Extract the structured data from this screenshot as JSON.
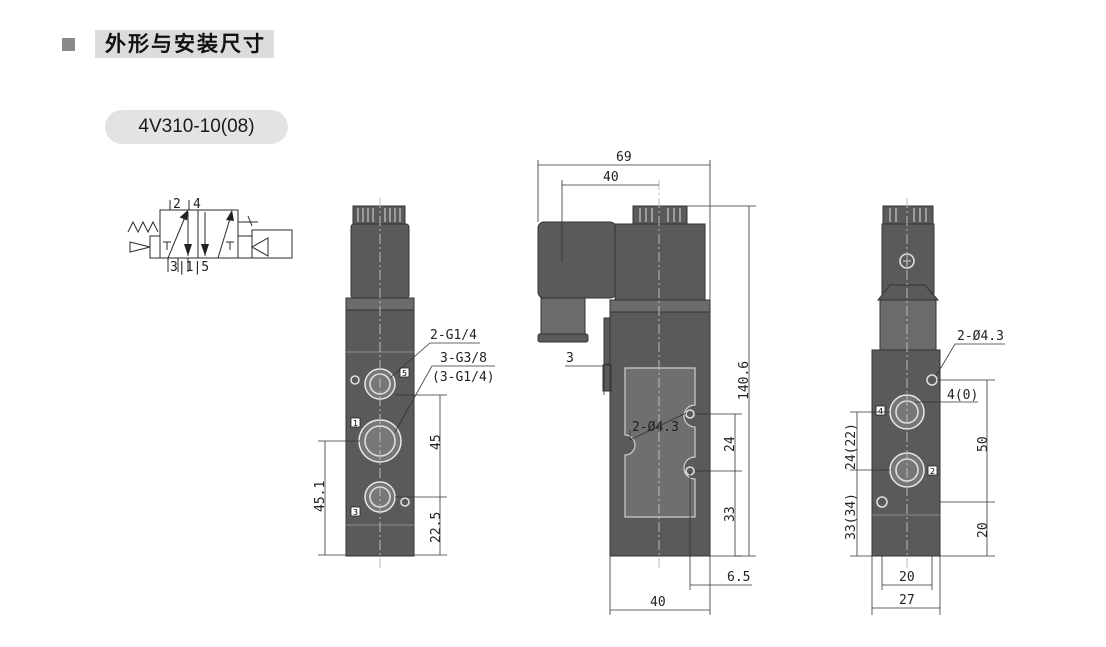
{
  "header": {
    "title": "外形与安装尺寸"
  },
  "model": "4V310-10(08)",
  "symbol": {
    "top_ports": [
      "2",
      "4"
    ],
    "bottom_ports": "3|1|5"
  },
  "front_view": {
    "port_callout_1": "2-G1/4",
    "port_callout_2": "3-G3/8",
    "port_callout_3": "(3-G1/4)",
    "dim_45": "45",
    "dim_22_5": "22.5",
    "dim_45_1": "45.1",
    "port_labels": [
      "5",
      "1",
      "3"
    ]
  },
  "side_view": {
    "dim_69": "69",
    "dim_40_top": "40",
    "dim_3": "3",
    "hole_callout": "2-Ø4.3",
    "dim_24": "24",
    "dim_33": "33",
    "dim_140_6": "140.6",
    "dim_6_5": "6.5",
    "dim_40_bottom": "40"
  },
  "end_view": {
    "hole_callout": "2-Ø4.3",
    "port_callout": "4(0)",
    "dim_50": "50",
    "dim_24_22": "24(22)",
    "dim_33_34": "33(34)",
    "dim_20_side": "20",
    "dim_20_bottom": "20",
    "dim_27": "27",
    "port_labels": [
      "4",
      "2"
    ]
  }
}
